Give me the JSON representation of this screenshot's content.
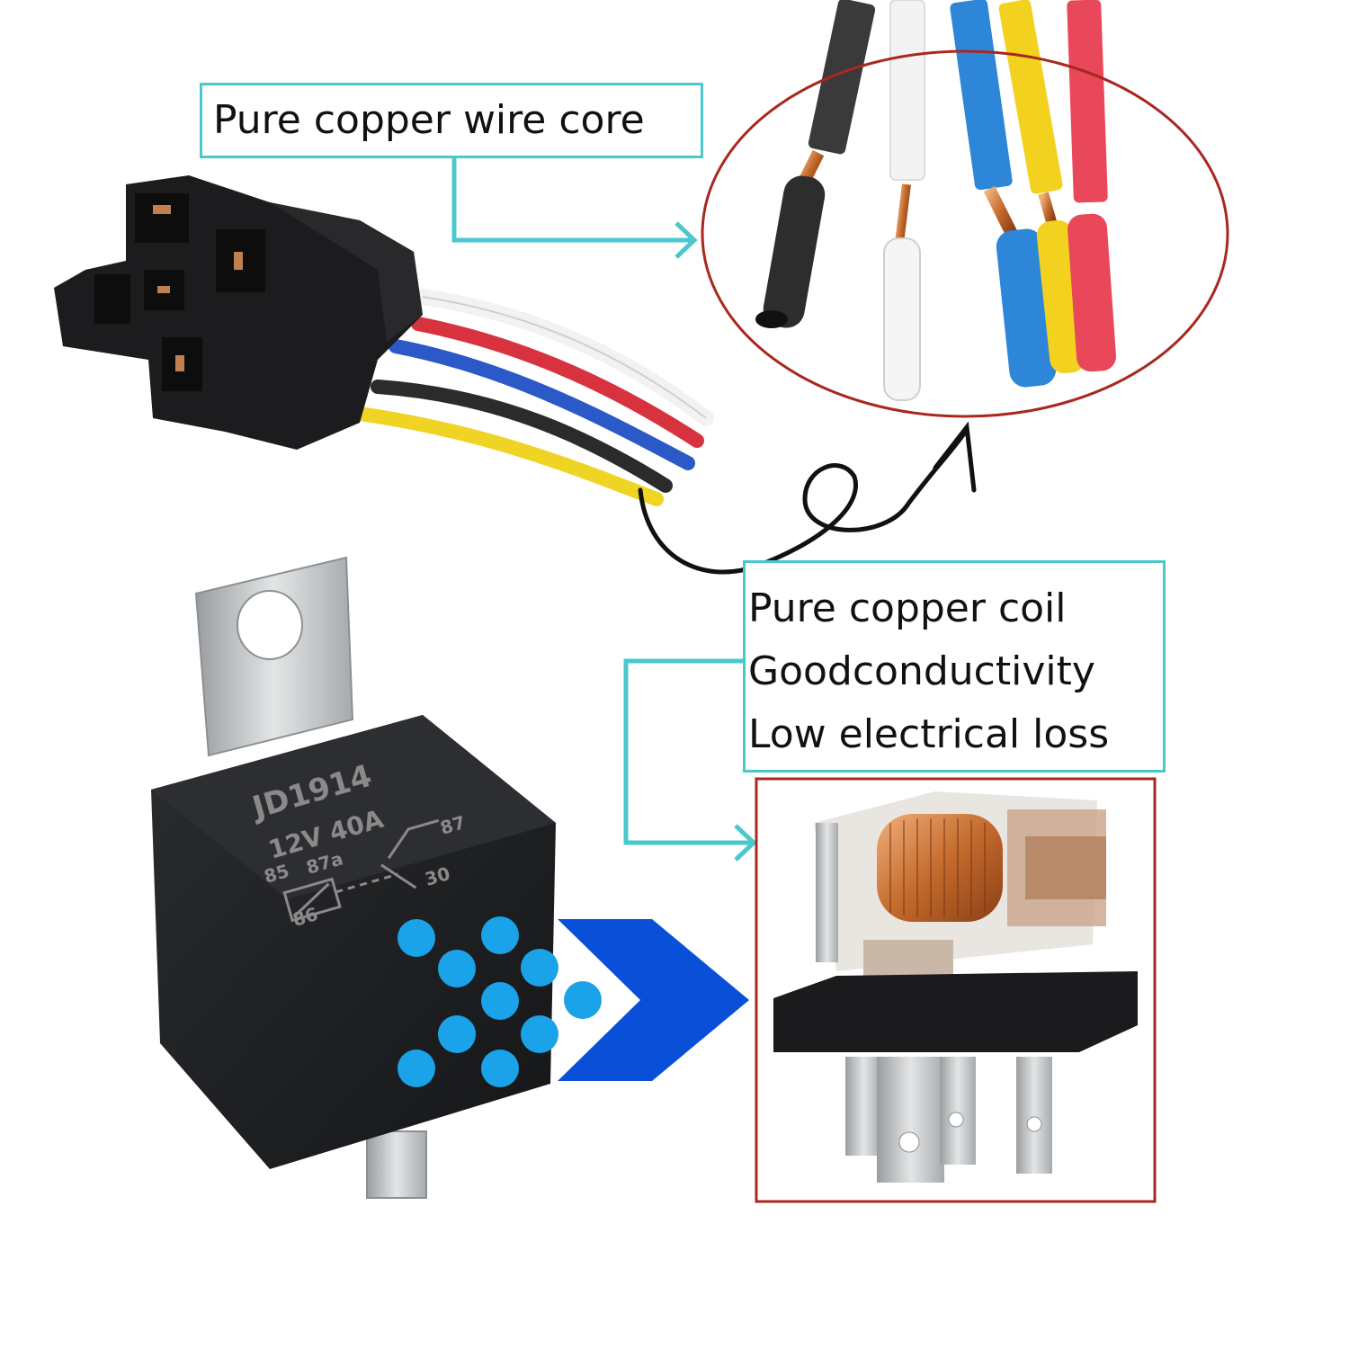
{
  "callouts": {
    "wire_core": "Pure copper wire core",
    "coil_lines": [
      "Pure copper coil",
      "Goodconductivity",
      "Low electrical loss"
    ]
  },
  "relay": {
    "model": "JD1914",
    "rating": "12V   40A",
    "pins": {
      "p85": "85",
      "p87a": "87a",
      "p87": "87",
      "p30": "30",
      "p86": "86"
    }
  },
  "colors": {
    "callout_border": "#4ac8cc",
    "highlight_border": "#a8281e",
    "accent_arrow": "#0a4fd8",
    "dot_blue": "#1aa3e8",
    "wires": [
      "#2b2b2b",
      "#f4f4f4",
      "#2e7fd6",
      "#f2d21e",
      "#e8485a"
    ]
  }
}
